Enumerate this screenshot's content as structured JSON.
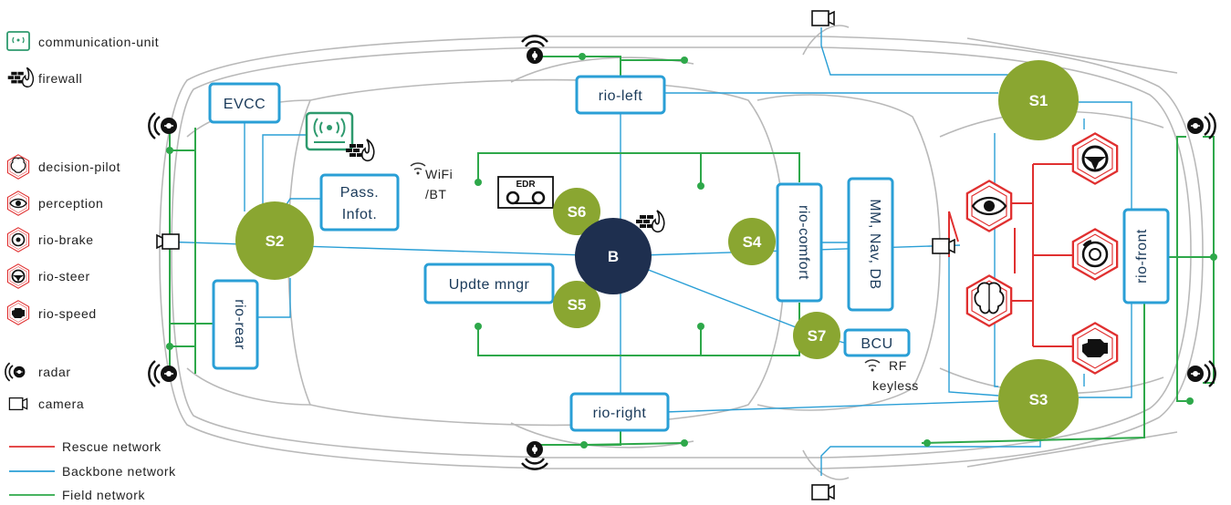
{
  "legend": {
    "communication_unit": "communication-unit",
    "firewall": "firewall",
    "decision_pilot": "decision-pilot",
    "perception": "perception",
    "rio_brake": "rio-brake",
    "rio_steer": "rio-steer",
    "rio_speed": "rio-speed",
    "radar": "radar",
    "camera": "camera",
    "rescue_network": "Rescue network",
    "backbone_network": "Backbone network",
    "field_network": "Field network"
  },
  "boxes": {
    "evcc": "EVCC",
    "rio_left": "rio-left",
    "pass_infot_1": "Pass.",
    "pass_infot_2": "Infot.",
    "rio_rear": "rio-rear",
    "updte_mngr": "Updte mngr",
    "rio_comfort": "rio-comfort",
    "mm_nav_db": "MM, Nav, DB",
    "bcu": "BCU",
    "rio_right": "rio-right",
    "rio_front": "rio-front",
    "edr": "EDR"
  },
  "nodes": {
    "s1": "S1",
    "s2": "S2",
    "s3": "S3",
    "s4": "S4",
    "s5": "S5",
    "s6": "S6",
    "s7": "S7",
    "b": "B"
  },
  "labels": {
    "wifi_1": "WiFi",
    "wifi_2": "/BT",
    "rf_1": "RF",
    "rf_2": "keyless"
  },
  "colors": {
    "backbone": "#2a9fd6",
    "field": "#2ea84a",
    "rescue": "#e03030",
    "switch": "#8aa631",
    "bridge": "#1e2f4f"
  }
}
